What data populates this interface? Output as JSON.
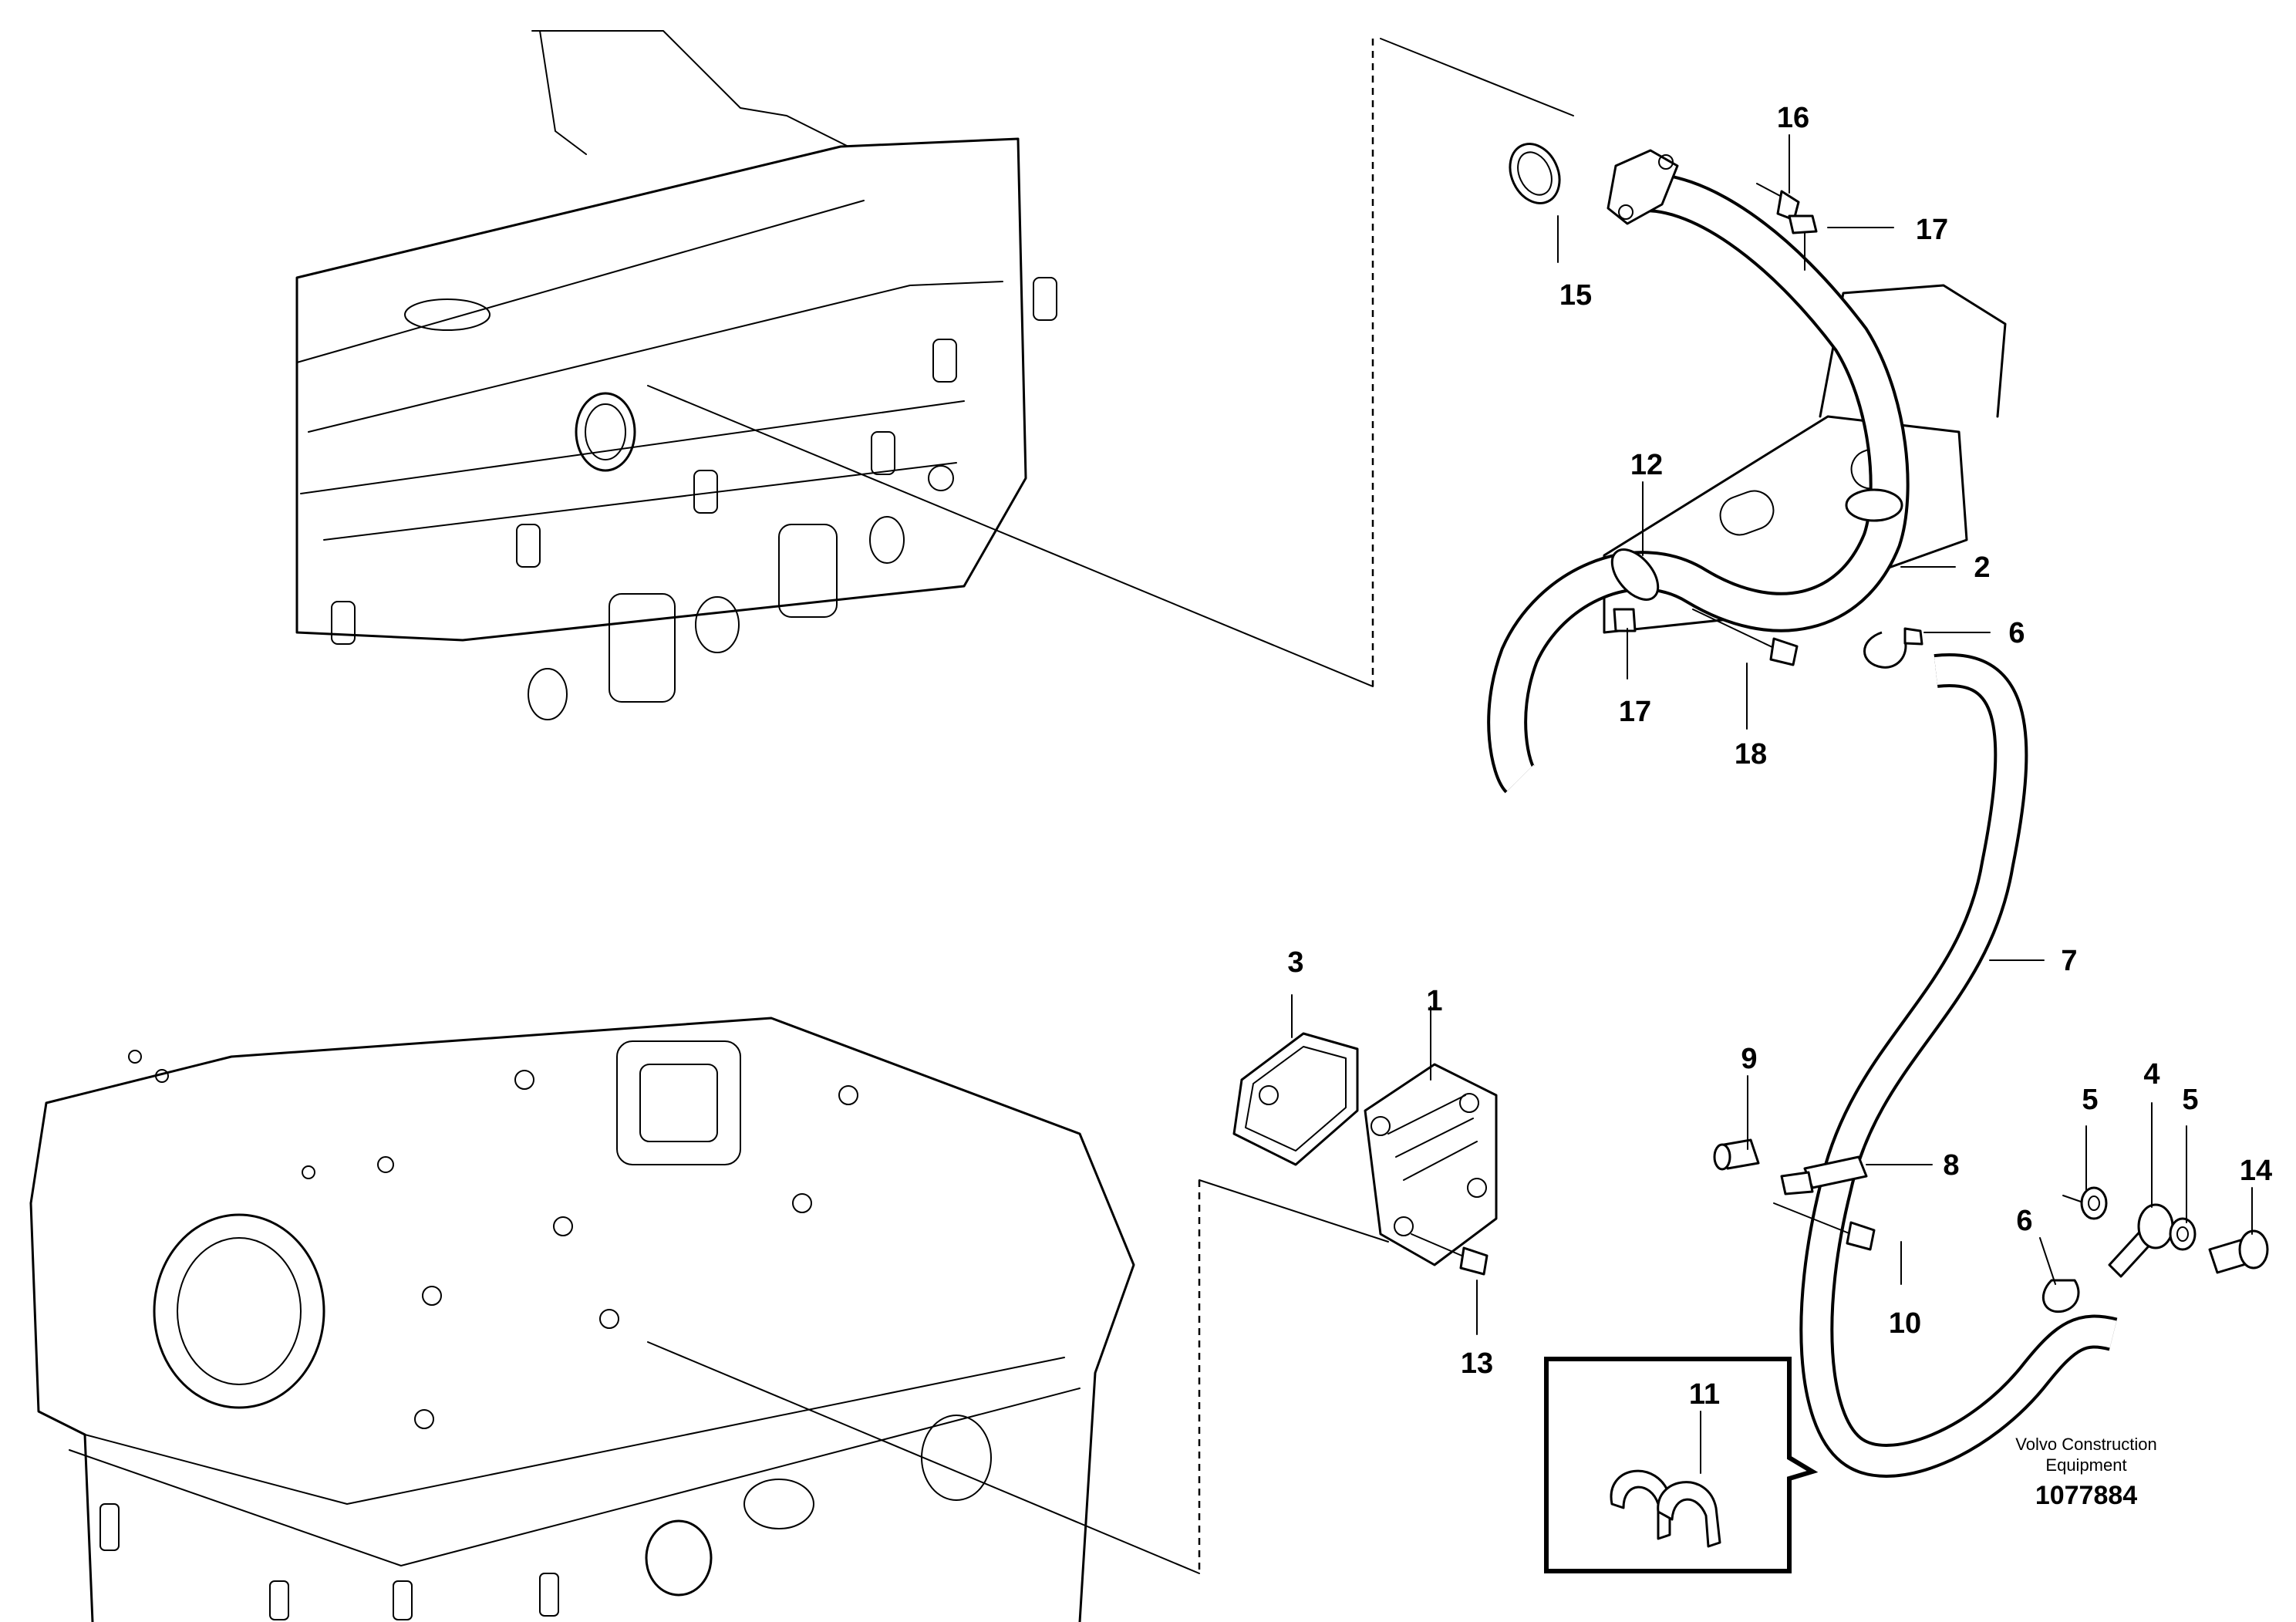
{
  "diagram": {
    "callouts": {
      "c1": "1",
      "c2": "2",
      "c3": "3",
      "c4": "4",
      "c5a": "5",
      "c5b": "5",
      "c6a": "6",
      "c6b": "6",
      "c7": "7",
      "c8": "8",
      "c9": "9",
      "c10": "10",
      "c11": "11",
      "c12": "12",
      "c13": "13",
      "c14": "14",
      "c15": "15",
      "c16": "16",
      "c17a": "17",
      "c17b": "17",
      "c18": "18"
    },
    "brand_line1": "Volvo Construction",
    "brand_line2": "Equipment",
    "doc_number": "1077884"
  }
}
